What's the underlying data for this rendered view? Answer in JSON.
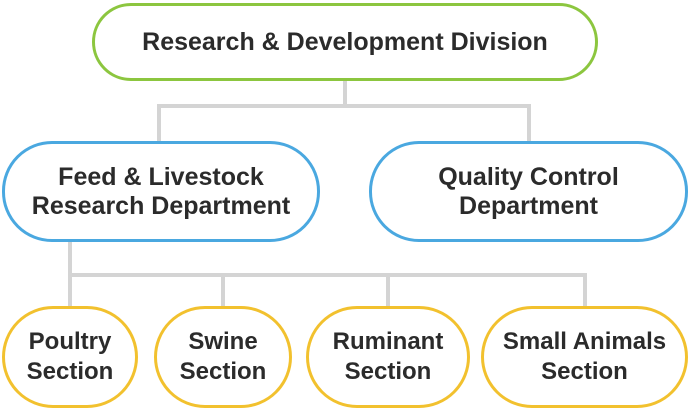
{
  "colors": {
    "level_1_border": "#8cc63f",
    "level_2_border": "#4aa8e0",
    "level_3_border": "#f2c12e",
    "connector": "#d4d4d4",
    "text": "#2b2b2b"
  },
  "org_chart": {
    "root": {
      "label": "Research & Development Division"
    },
    "departments": [
      {
        "label": "Feed & Livestock\nResearch Department"
      },
      {
        "label": "Quality Control\nDepartment"
      }
    ],
    "sections": [
      {
        "label": "Poultry\nSection"
      },
      {
        "label": "Swine\nSection"
      },
      {
        "label": "Ruminant\nSection"
      },
      {
        "label": "Small Animals\nSection"
      }
    ]
  }
}
